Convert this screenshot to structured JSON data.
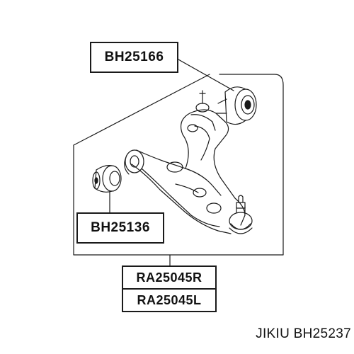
{
  "parts": {
    "top_bushing": "BH25166",
    "front_bushing": "BH25136",
    "arm_right": "RA25045R",
    "arm_left": "RA25045L"
  },
  "caption": "JIKIU BH25237",
  "colors": {
    "line": "#1a1a1a",
    "background": "#ffffff"
  }
}
